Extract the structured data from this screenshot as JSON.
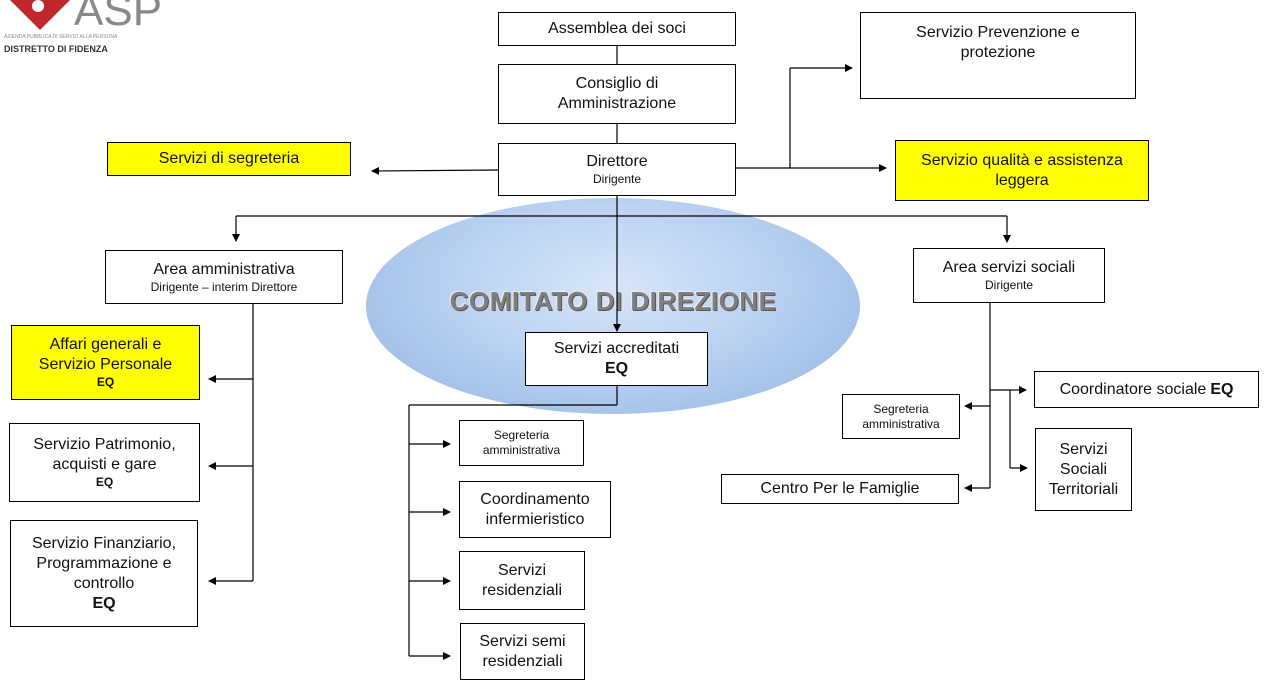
{
  "logo": {
    "text": "ASP",
    "subtitle": "AZIENDA PUBBLICA DI SERVIZI ALLA PERSONA",
    "district": "DISTRETTO DI FIDENZA"
  },
  "committee": "COMITATO DI DIREZIONE",
  "top": {
    "assembly": "Assemblea dei soci",
    "board_line1": "Consiglio di",
    "board_line2": "Amministrazione",
    "director": "Direttore",
    "director_role": "Dirigente"
  },
  "side": {
    "secretariat": "Servizi di segreteria",
    "prevention_line1": "Servizio Prevenzione e",
    "prevention_line2": "protezione",
    "quality_line1": "Servizio qualità e assistenza",
    "quality_line2": "leggera"
  },
  "admin": {
    "title": "Area amministrativa",
    "role": "Dirigente – interim Direttore",
    "general_line1": "Affari generali e",
    "general_line2": "Servizio Personale",
    "general_eq": "EQ",
    "assets_line1": "Servizio Patrimonio,",
    "assets_line2": "acquisti e gare",
    "assets_eq": "EQ",
    "finance_line1": "Servizio Finanziario,",
    "finance_line2": "Programmazione e",
    "finance_line3": "controllo",
    "finance_eq": "EQ"
  },
  "accredited": {
    "title": "Servizi accreditati",
    "eq": "EQ",
    "admin_secretariat_line1": "Segreteria",
    "admin_secretariat_line2": "amministrativa",
    "nursing_line1": "Coordinamento",
    "nursing_line2": "infermieristico",
    "residential_line1": "Servizi",
    "residential_line2": "residenziali",
    "semi_line1": "Servizi semi",
    "semi_line2": "residenziali"
  },
  "social": {
    "title": "Area servizi sociali",
    "role": "Dirigente",
    "coordinator": "Coordinatore sociale",
    "coordinator_eq": "EQ",
    "secretariat_line1": "Segreteria",
    "secretariat_line2": "amministrativa",
    "territorial_line1": "Servizi",
    "territorial_line2": "Sociali",
    "territorial_line3": "Territoriali",
    "families": "Centro Per le Famiglie"
  },
  "colors": {
    "highlight": "#ffff00",
    "ellipse": "#b3cdef",
    "committee_text": "#7f7f7f"
  }
}
